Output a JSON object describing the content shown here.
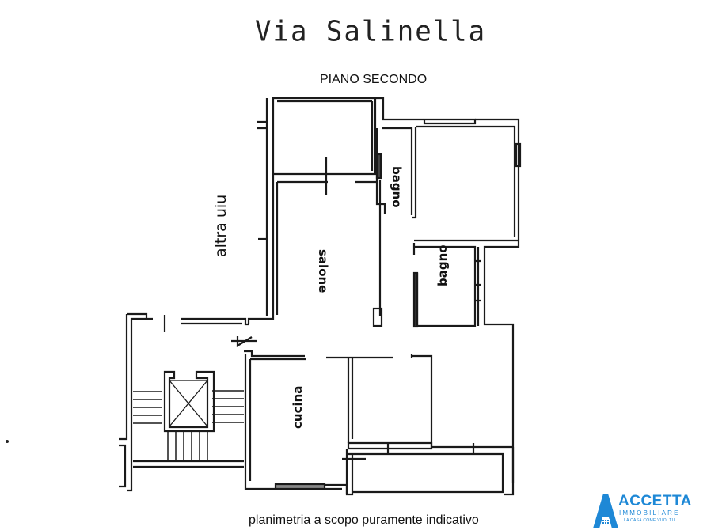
{
  "header": {
    "street_name": "Via Salinella",
    "floor_label": "PIANO SECONDO"
  },
  "rooms": [
    {
      "name": "salone",
      "label": "salone"
    },
    {
      "name": "bagno-1",
      "label": "bagno"
    },
    {
      "name": "bagno-2",
      "label": "bagno"
    },
    {
      "name": "cucina",
      "label": "cucina"
    },
    {
      "name": "neighbor-unit",
      "label": "altra uiu"
    }
  ],
  "footer": {
    "disclaimer": "planimetria a scopo puramente indicativo"
  },
  "logo": {
    "name": "ACCETTA",
    "subtitle": "IMMOBILIARE",
    "tagline": "LA CASA COME VUOI TU",
    "color": "#1e88d6"
  },
  "colors": {
    "line": "#1a1a1a",
    "background": "#ffffff"
  }
}
